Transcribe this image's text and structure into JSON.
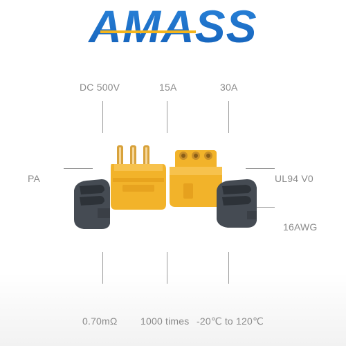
{
  "brand": {
    "logo_text": "AMASS",
    "logo_color": "#1a6fc8",
    "accent_color": "#f5b51b"
  },
  "specs": {
    "voltage": "DC 500V",
    "current_small": "15A",
    "current_large": "30A",
    "material": "PA",
    "flame_rating": "UL94 V0",
    "wire_gauge": "16AWG",
    "contact_resistance": "0.70mΩ",
    "plug_cycles": "1000 times",
    "temperature_range": "-20℃ to 120℃"
  },
  "product": {
    "housing_color": "#f2b32a",
    "pin_color": "#d6a23a",
    "cover_color": "#444a52"
  }
}
